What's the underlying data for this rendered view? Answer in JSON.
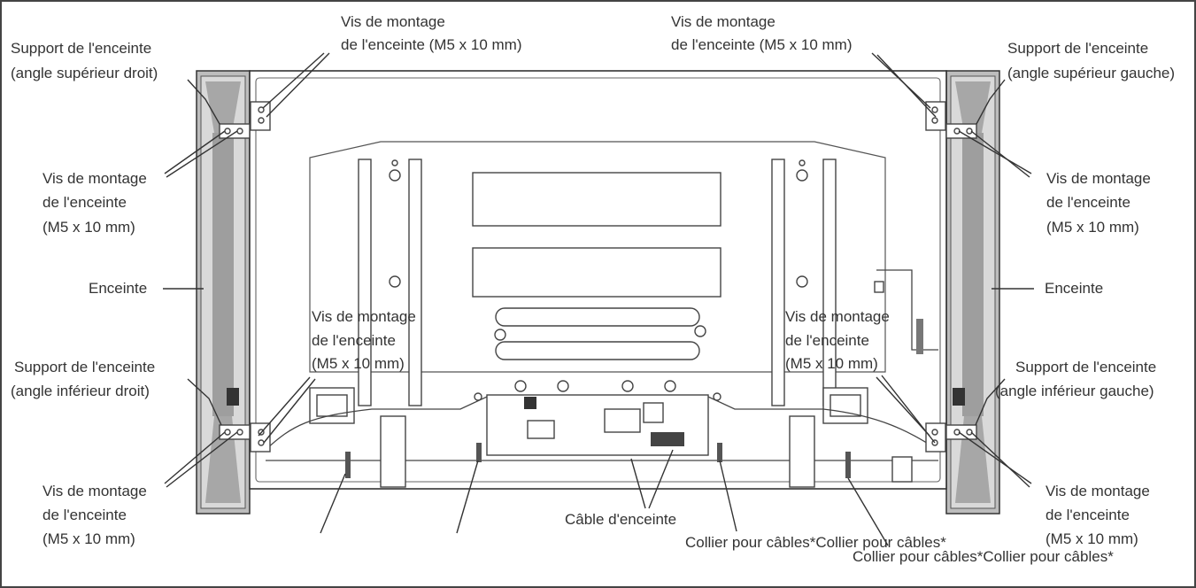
{
  "labels": {
    "bracket_top_right": [
      "Support de l'enceinte",
      "(angle supérieur droit)"
    ],
    "bracket_top_left": [
      "Support de l'enceinte",
      "(angle supérieur gauche)"
    ],
    "bracket_bottom_right": [
      "Support de l'enceinte",
      "(angle inférieur droit)"
    ],
    "bracket_bottom_left": [
      "Support de l'enceinte",
      "(angle inférieur gauche)"
    ],
    "screw_top_center_left": [
      "Vis de montage",
      "de l'enceinte (M5 x 10 mm)"
    ],
    "screw_top_center_right": [
      "Vis de montage",
      "de l'enceinte (M5 x 10 mm)"
    ],
    "screw_upper_outer_left": [
      "Vis de montage",
      "de l'enceinte",
      "(M5 x 10 mm)"
    ],
    "screw_upper_outer_right": [
      "Vis de montage",
      "de l'enceinte",
      "(M5 x 10 mm)"
    ],
    "screw_mid_left": [
      "Vis de montage",
      "de l'enceinte",
      "(M5 x 10 mm)"
    ],
    "screw_mid_right": [
      "Vis de montage",
      "de l'enceinte",
      "(M5 x 10 mm)"
    ],
    "screw_lower_outer_left": [
      "Vis de montage",
      "de l'enceinte",
      "(M5 x 10 mm)"
    ],
    "screw_lower_outer_right": [
      "Vis de montage",
      "de l'enceinte",
      "(M5 x 10 mm)"
    ],
    "speaker_left": "Enceinte",
    "speaker_right": "Enceinte",
    "speaker_cable": "Câble d'enceinte",
    "cable_ties_line1": "Collier pour câbles*Collier pour câbles*",
    "cable_ties_line2": "Collier pour câbles*Collier pour câbles*"
  }
}
